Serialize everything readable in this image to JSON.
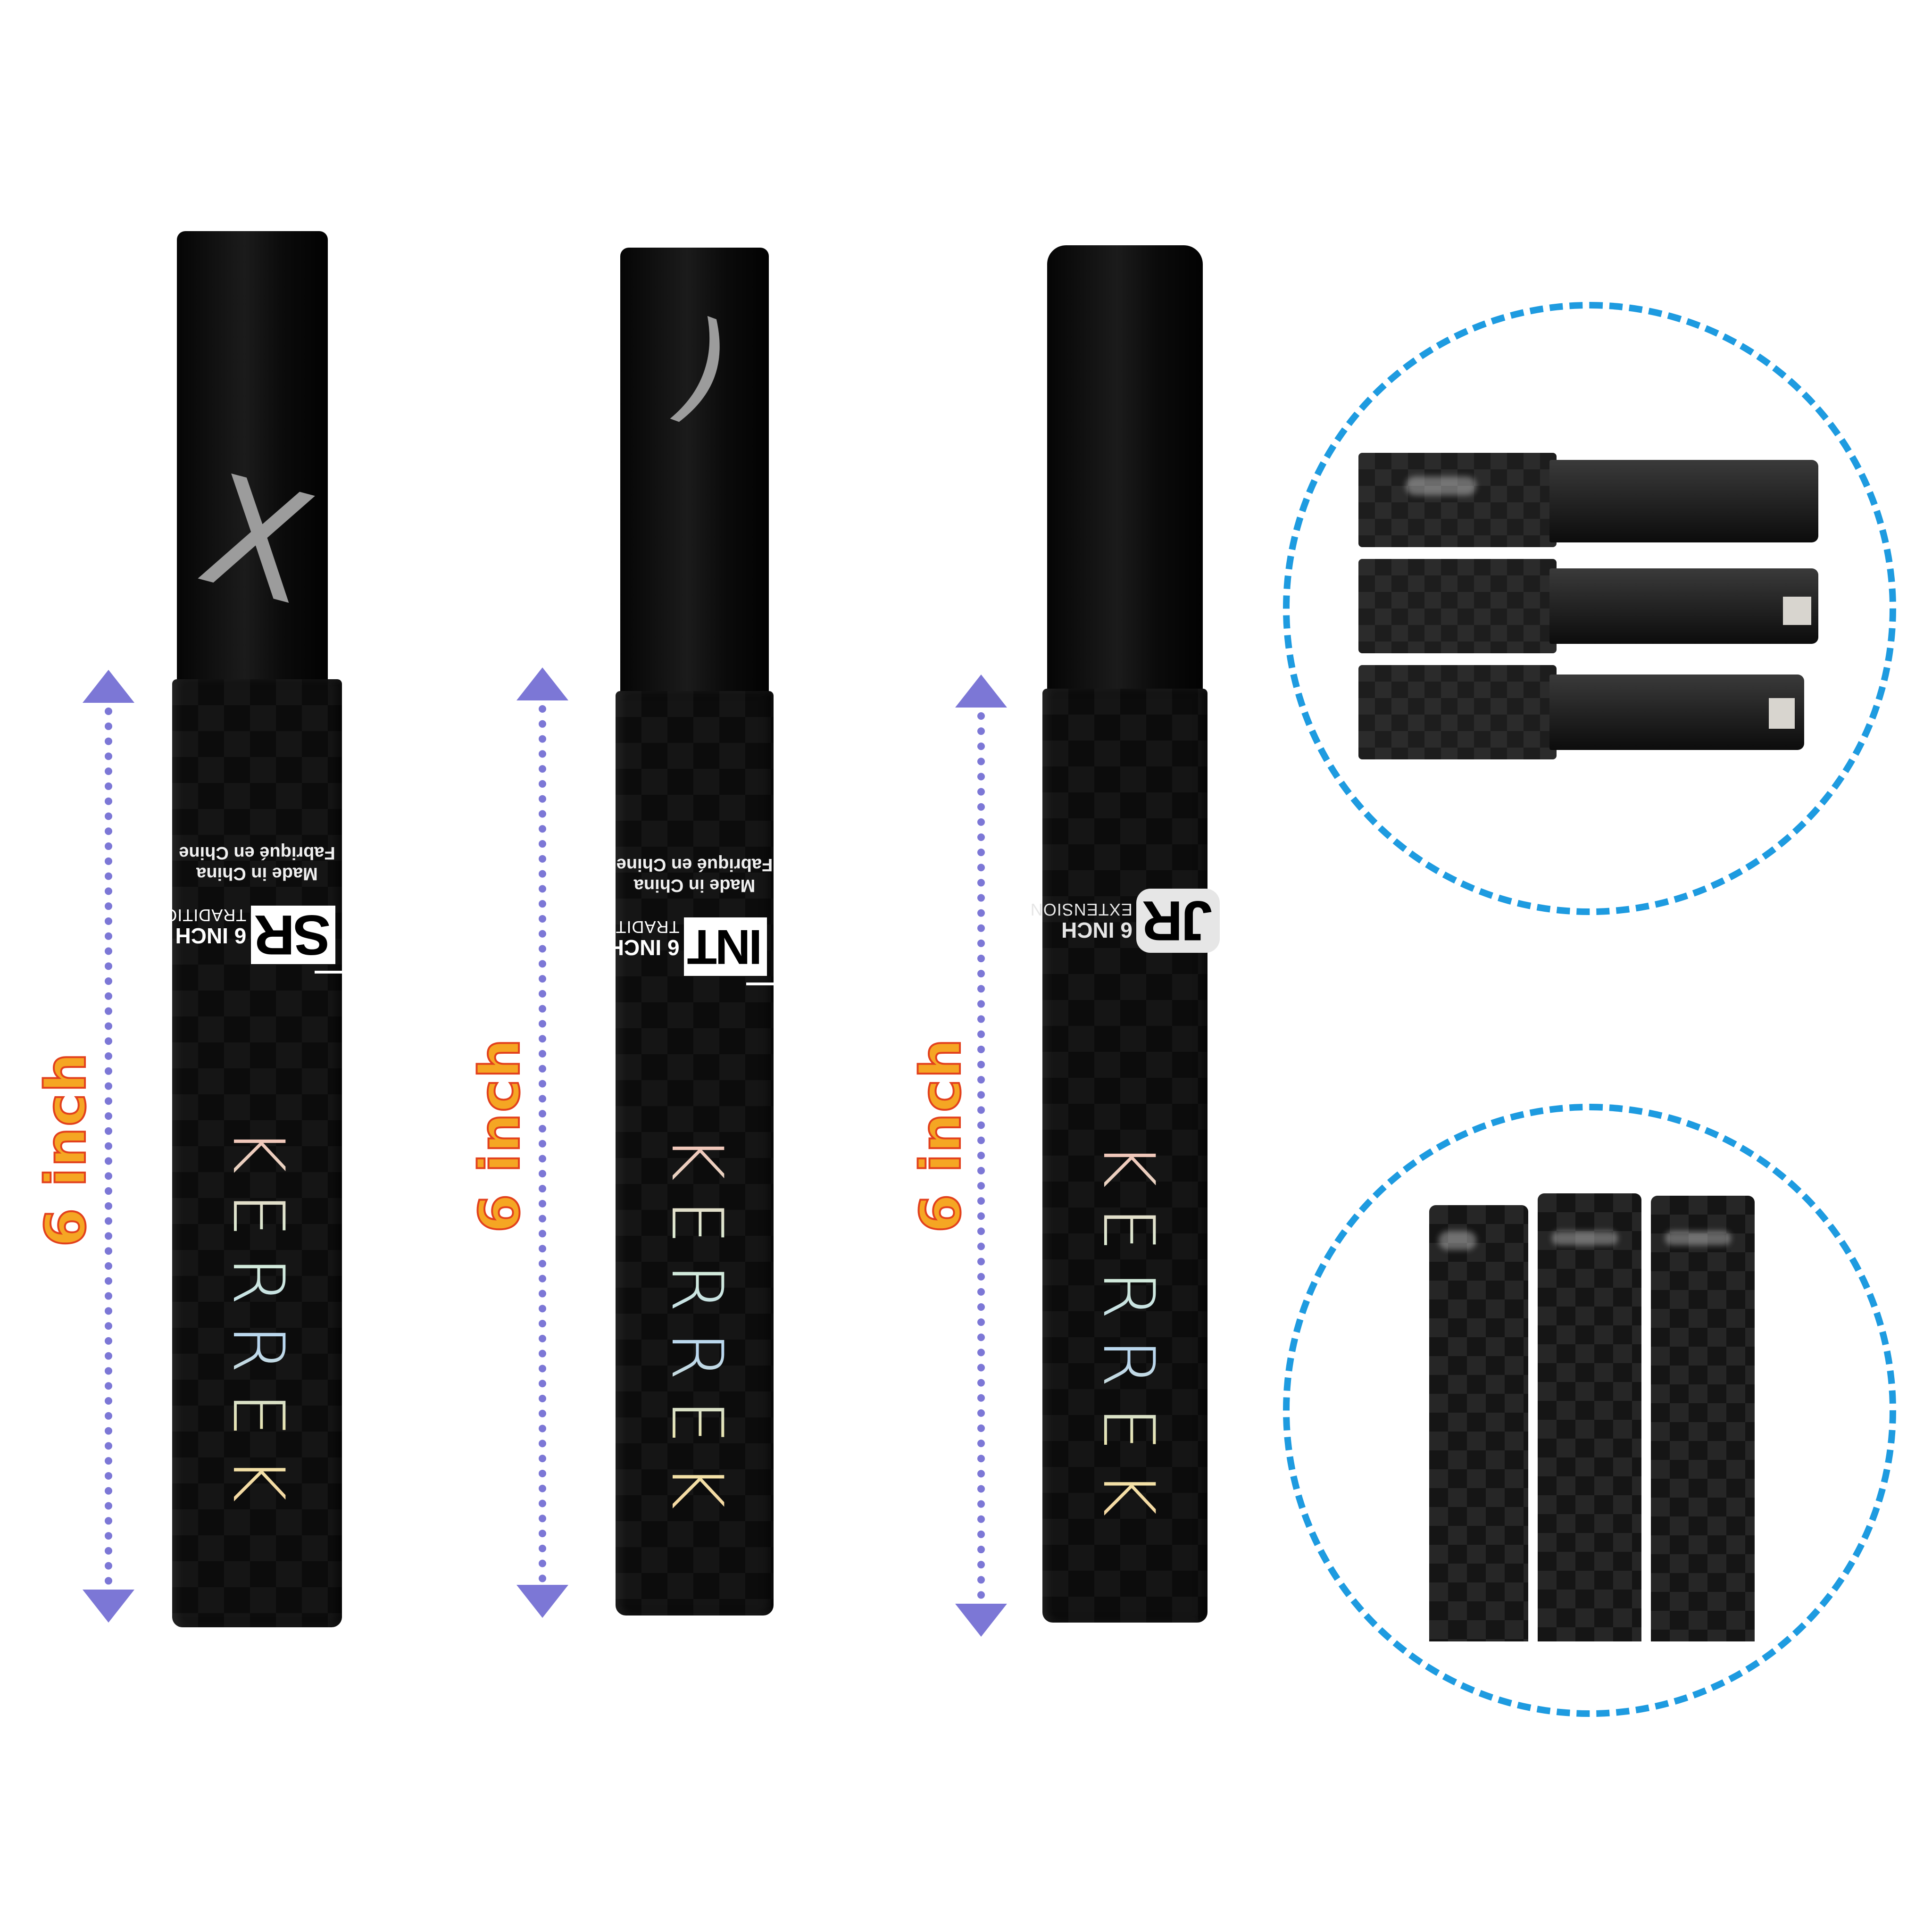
{
  "sticks": [
    {
      "logo": "SR",
      "size": "6 INCH",
      "style": "TRADITIONAL",
      "made_in": "Made in China",
      "made_in_fr": "Fabriqué en Chine",
      "brand": "KERREK",
      "mark": "X"
    },
    {
      "logo": "INT",
      "size": "6 INCH",
      "style": "TRADITIONAL",
      "made_in": "Made in China",
      "made_in_fr": "Fabriqué en Chine",
      "brand": "KERREK",
      "mark": "("
    },
    {
      "logo": "JR",
      "size": "6 INCH",
      "style": "EXTENSION",
      "brand": "KERREK"
    }
  ],
  "measure_labels": [
    "6 inch",
    "6 inch",
    "6 inch"
  ],
  "colors": {
    "arrow": "#7c77d6",
    "circle": "#1e9be0",
    "measure_text": "#f5a623"
  }
}
